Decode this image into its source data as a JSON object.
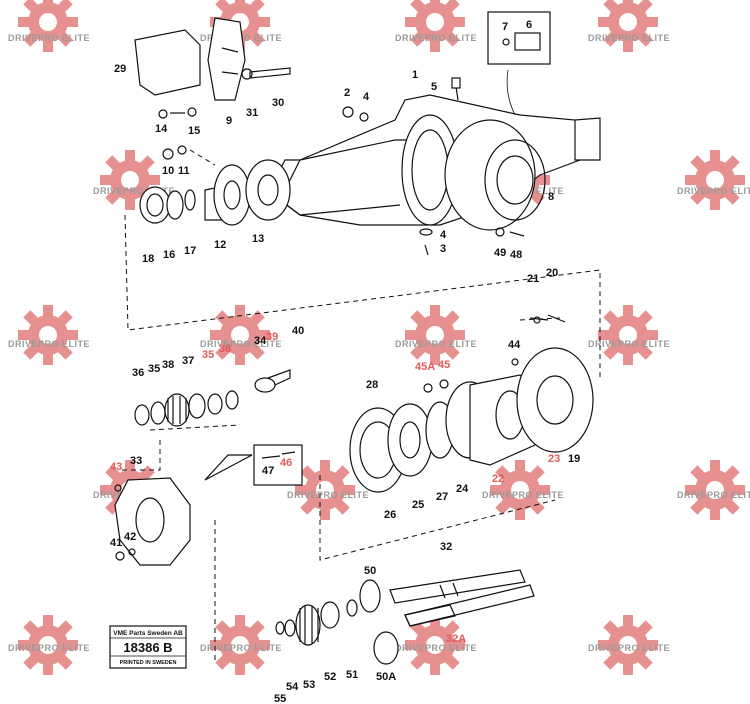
{
  "watermark": {
    "text": "DRIVEPRO ELITE",
    "color": "#e07070"
  },
  "labels": {
    "p1": "1",
    "p2": "2",
    "p3": "3",
    "p3b": "3",
    "p4": "4",
    "p4b": "4",
    "p5": "5",
    "p6": "6",
    "p7": "7",
    "p8": "8",
    "p9": "9",
    "p10": "10",
    "p11": "11",
    "p12": "12",
    "p13": "13",
    "p14": "14",
    "p15": "15",
    "p16": "16",
    "p17": "17",
    "p18": "18",
    "p19": "19",
    "p20": "20",
    "p21": "21",
    "p22": "22",
    "p23": "23",
    "p24": "24",
    "p25": "25",
    "p26": "26",
    "p27": "27",
    "p28": "28",
    "p29": "29",
    "p30": "30",
    "p31": "31",
    "p32": "32",
    "p32a": "32A",
    "p33": "33",
    "p34": "34",
    "p35": "35",
    "p35b": "35",
    "p36": "36",
    "p36b": "36",
    "p37": "37",
    "p38": "38",
    "p39": "39",
    "p40": "40",
    "p41": "41",
    "p42": "42",
    "p43": "43",
    "p44": "44",
    "p45": "45",
    "p45a": "45A",
    "p46": "46",
    "p47": "47",
    "p48": "48",
    "p49": "49",
    "p50": "50",
    "p50a": "50A",
    "p51": "51",
    "p52": "52",
    "p53": "53",
    "p54": "54",
    "p55": "55"
  },
  "stamp": {
    "line1": "VME Parts Sweden AB",
    "code": "18386 B",
    "line3": "PRINTED IN SWEDEN"
  }
}
